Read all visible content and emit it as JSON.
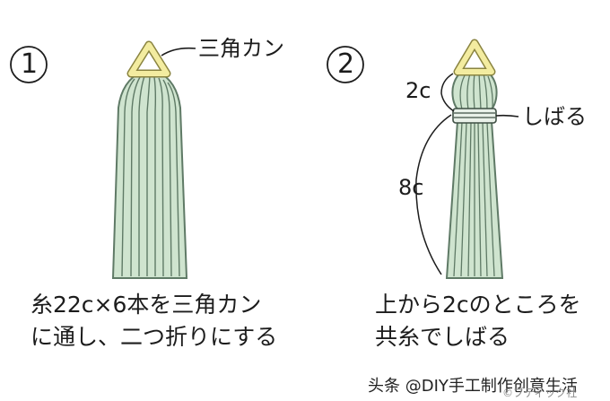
{
  "step1": {
    "number": "1",
    "label_ring": "三角カン",
    "caption_line1": "糸22c×6本を三角カン",
    "caption_line2": "に通し、二つ折りにする"
  },
  "step2": {
    "number": "2",
    "label_top": "2c",
    "label_tie": "しばる",
    "label_length": "8c",
    "caption_line1": "上から2cのところを",
    "caption_line2": "共糸でしばる"
  },
  "footer": {
    "watermark": "头条 @DIY手工制作创意生活",
    "publisher": "©ブティック社"
  },
  "colors": {
    "thread_fill": "#cfe4cf",
    "thread_line": "#5f7a66",
    "ring_fill": "#f3eca0",
    "ring_stroke": "#8a8440",
    "ink": "#1c1c1c"
  }
}
